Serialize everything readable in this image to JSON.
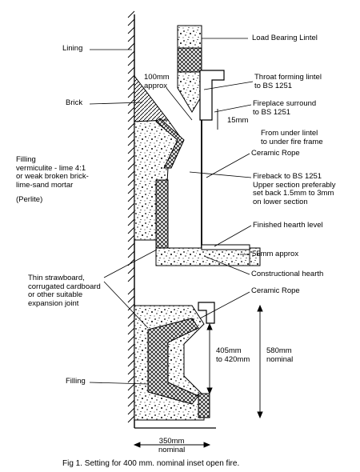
{
  "labels": {
    "load_lintel": "Load Bearing Lintel",
    "lining": "Lining",
    "approx_100": "100mm\napprox",
    "throat_lintel": "Throat forming lintel\nto BS 1251",
    "brick": "Brick",
    "surround": "Fireplace surround\nto BS 1251",
    "mm15": "15mm",
    "from_under": "From under lintel\nto under fire frame",
    "ceramic_rope_top": "Ceramic Rope",
    "filling_top": "Filling\nvermiculite - lime 4:1\nor weak broken brick-\nlime-sand mortar",
    "perlite": "(Perlite)",
    "fireback": "Fireback to BS 1251\nUpper section preferably\nset back 1.5mm to 3mm\non lower section",
    "hearth_level": "Finished hearth level",
    "mm55": "55mm approx",
    "strawboard": "Thin strawboard,\ncorrugated cardboard\nor other suitable\nexpansion joint",
    "constructional": "Constructional hearth",
    "ceramic_rope_bottom": "Ceramic Rope",
    "mm405": "405mm\nto 420mm",
    "mm580": "580mm\nnominal",
    "filling_bottom": "Filling",
    "mm350": "350mm\nnominal"
  },
  "caption": "Fig 1. Setting for 400 mm. nominal inset open fire.",
  "colors": {
    "ink": "#000000",
    "paper": "#ffffff"
  }
}
